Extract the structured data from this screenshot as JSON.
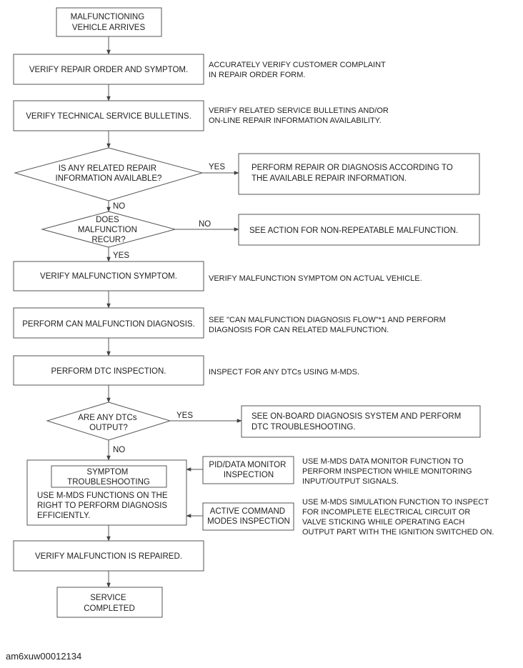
{
  "nodes": [
    {
      "id": "arrive",
      "lines": [
        "MALFUNCTIONING",
        "VEHICLE ARRIVES"
      ]
    },
    {
      "id": "verify-ro",
      "lines": [
        "VERIFY REPAIR ORDER AND SYMPTOM."
      ]
    },
    {
      "id": "verify-tsb",
      "lines": [
        "VERIFY TECHNICAL SERVICE BULLETINS."
      ]
    },
    {
      "id": "repair-info-q",
      "lines": [
        "IS ANY RELATED REPAIR",
        "INFORMATION AVAILABLE?"
      ]
    },
    {
      "id": "perform-repair",
      "lines": [
        "PERFORM REPAIR OR DIAGNOSIS ACCORDING TO",
        "THE AVAILABLE REPAIR INFORMATION."
      ]
    },
    {
      "id": "recur-q",
      "lines": [
        "DOES",
        "MALFUNCTION",
        "RECUR?"
      ]
    },
    {
      "id": "non-repeatable",
      "lines": [
        "SEE ACTION FOR NON-REPEATABLE MALFUNCTION."
      ]
    },
    {
      "id": "verify-symptom",
      "lines": [
        "VERIFY MALFUNCTION SYMPTOM."
      ]
    },
    {
      "id": "can-diag",
      "lines": [
        "PERFORM CAN MALFUNCTION DIAGNOSIS."
      ]
    },
    {
      "id": "dtc-insp",
      "lines": [
        "PERFORM DTC INSPECTION."
      ]
    },
    {
      "id": "dtc-q",
      "lines": [
        "ARE ANY DTCs",
        "OUTPUT?"
      ]
    },
    {
      "id": "obd",
      "lines": [
        "SEE ON-BOARD DIAGNOSIS SYSTEM AND PERFORM",
        "DTC TROUBLESHOOTING."
      ]
    },
    {
      "id": "symptom-ts",
      "lines": [
        "SYMPTOM",
        "TROUBLESHOOTING"
      ]
    },
    {
      "id": "mmds-functions",
      "lines": [
        "USE M-MDS FUNCTIONS ON THE",
        "RIGHT TO PERFORM DIAGNOSIS",
        "EFFICIENTLY."
      ]
    },
    {
      "id": "pid",
      "lines": [
        "PID/DATA MONITOR",
        "INSPECTION"
      ]
    },
    {
      "id": "active-cmd",
      "lines": [
        "ACTIVE COMMAND",
        "MODES INSPECTION"
      ]
    },
    {
      "id": "verify-repaired",
      "lines": [
        "VERIFY MALFUNCTION IS REPAIRED."
      ]
    },
    {
      "id": "completed",
      "lines": [
        "SERVICE",
        "COMPLETED"
      ]
    }
  ],
  "notes": [
    {
      "id": "note-ro",
      "lines": [
        "ACCURATELY VERIFY CUSTOMER COMPLAINT",
        "IN REPAIR ORDER FORM."
      ]
    },
    {
      "id": "note-tsb",
      "lines": [
        "VERIFY RELATED SERVICE BULLETINS AND/OR",
        "ON-LINE REPAIR INFORMATION AVAILABILITY."
      ]
    },
    {
      "id": "note-symptom",
      "lines": [
        "VERIFY MALFUNCTION SYMPTOM ON ACTUAL VEHICLE."
      ]
    },
    {
      "id": "note-can",
      "lines": [
        "SEE \"CAN MALFUNCTION DIAGNOSIS FLOW\"*1 AND PERFORM",
        "DIAGNOSIS FOR CAN RELATED MALFUNCTION."
      ]
    },
    {
      "id": "note-dtc",
      "lines": [
        "INSPECT FOR ANY DTCs USING M-MDS."
      ]
    },
    {
      "id": "note-pid",
      "lines": [
        "USE M-MDS DATA MONITOR FUNCTION TO",
        "PERFORM INSPECTION WHILE MONITORING",
        "INPUT/OUTPUT SIGNALS."
      ]
    },
    {
      "id": "note-active",
      "lines": [
        "USE M-MDS SIMULATION FUNCTION TO INSPECT",
        "FOR INCOMPLETE ELECTRICAL CIRCUIT OR",
        "VALVE STICKING WHILE OPERATING EACH",
        "OUTPUT PART WITH THE IGNITION SWITCHED ON."
      ]
    }
  ],
  "edge_labels": {
    "yes_repair": "YES",
    "no_repair": "NO",
    "no_recur": "NO",
    "yes_recur": "YES",
    "yes_dtc": "YES",
    "no_dtc": "NO"
  },
  "footer": {
    "image_id": "am6xuw00012134"
  }
}
